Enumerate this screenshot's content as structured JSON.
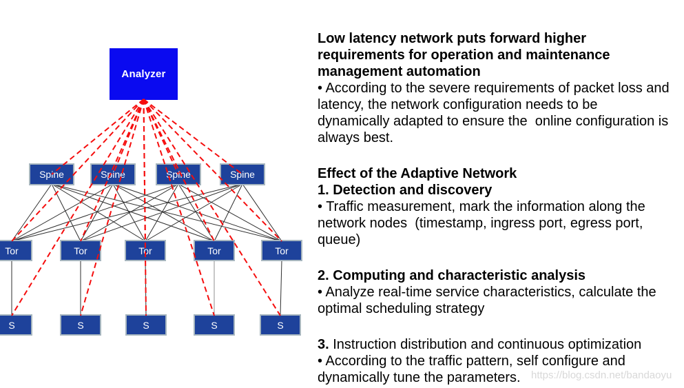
{
  "diagram": {
    "analyzer_label": "Analyzer",
    "spine_labels": [
      "Spine",
      "Spine",
      "Spine",
      "Spine"
    ],
    "tor_labels": [
      "Tor",
      "Tor",
      "Tor",
      "Tor",
      "Tor"
    ],
    "server_labels": [
      "S",
      "S",
      "S",
      "S",
      "S"
    ],
    "colors": {
      "analyzer_fill": "#0a0af0",
      "analyzer_text": "#ffffff",
      "node_fill": "#1e429b",
      "node_border": "#a7b6bf",
      "node_text": "#ffffff",
      "monitor_link_red": "#f50d0d",
      "fabric_link_black": "#2e2e2e",
      "server_link_gray": "#8f8f8f"
    }
  },
  "panel": {
    "paragraphs": [
      {
        "gap": false,
        "segments": [
          {
            "bold": true,
            "text": "Low latency network puts forward higher requirements for operation and maintenance management automation"
          }
        ]
      },
      {
        "gap": false,
        "segments": [
          {
            "bold": false,
            "text": "• According to the severe requirements of packet loss and latency, the network configuration needs to be dynamically adapted to ensure the  online configuration is always best."
          }
        ]
      },
      {
        "gap": true,
        "segments": [
          {
            "bold": true,
            "text": "Effect of the Adaptive Network"
          }
        ]
      },
      {
        "gap": false,
        "segments": [
          {
            "bold": true,
            "text": "1. Detection and discovery"
          }
        ]
      },
      {
        "gap": false,
        "segments": [
          {
            "bold": false,
            "text": "• Traffic measurement, mark the information along the network nodes  (timestamp, ingress port, egress port, queue)"
          }
        ]
      },
      {
        "gap": true,
        "segments": [
          {
            "bold": true,
            "text": "2. Computing and characteristic analysis"
          }
        ]
      },
      {
        "gap": false,
        "segments": [
          {
            "bold": false,
            "text": "• Analyze real-time service characteristics, calculate the optimal scheduling strategy"
          }
        ]
      },
      {
        "gap": true,
        "segments": [
          {
            "bold": true,
            "text": "3."
          },
          {
            "bold": false,
            "text": " Instruction distribution and continuous optimization"
          }
        ]
      },
      {
        "gap": false,
        "segments": [
          {
            "bold": false,
            "text": "• According to the traffic pattern, self configure and dynamically tune the parameters."
          }
        ]
      }
    ]
  },
  "watermark": "https://blog.csdn.net/bandaoyu"
}
